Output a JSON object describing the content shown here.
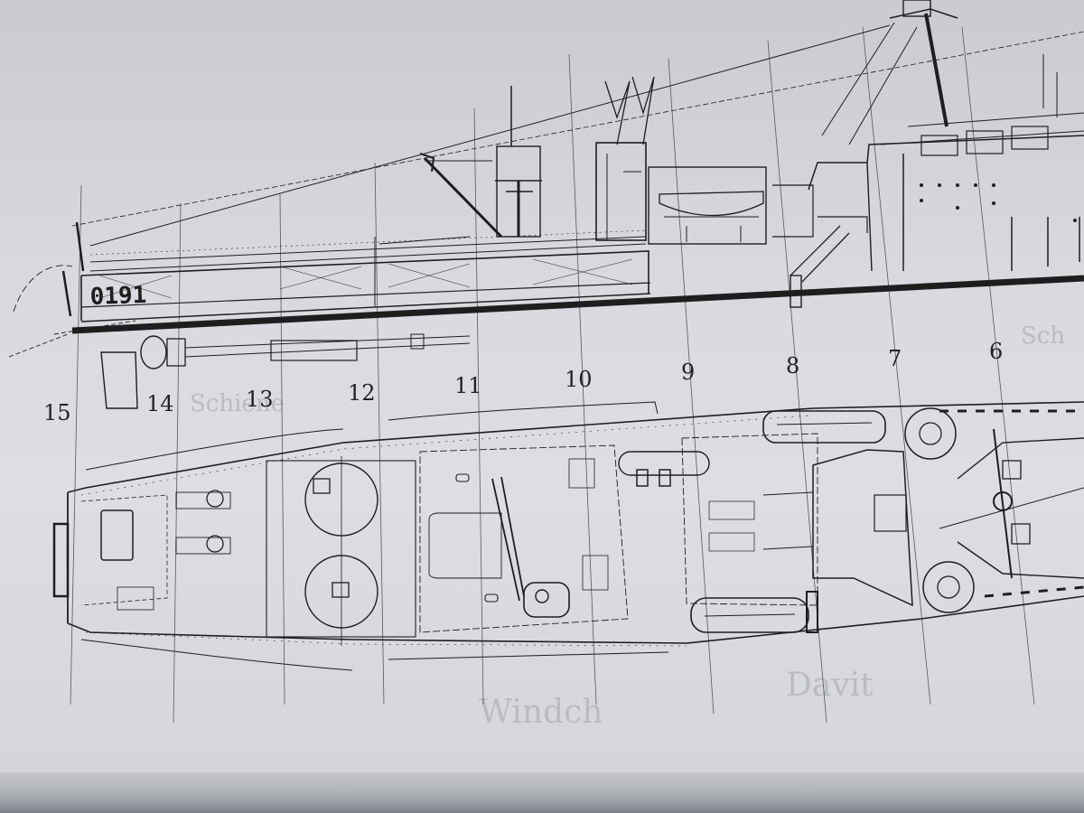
{
  "drawing": {
    "hull_number": "0191",
    "section_numbers": [
      "15",
      "14",
      "13",
      "12",
      "11",
      "10",
      "9",
      "8",
      "7",
      "6"
    ],
    "ghost_labels": {
      "winch": "Windch",
      "davit": "Davit",
      "top_left": "Schiene",
      "top_right": "Sch"
    },
    "colors": {
      "ink": "#1e1e1e",
      "paper": "#d8dadf",
      "gridline": "#55585e"
    }
  }
}
